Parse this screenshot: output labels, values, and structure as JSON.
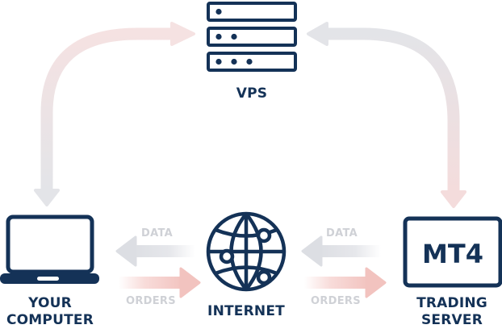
{
  "colors": {
    "navy": "#143257",
    "arrow_gray": "#dfe1e6",
    "arrow_pink": "#f4c9c6",
    "label_gray": "#cfd1d6"
  },
  "nodes": {
    "vps": {
      "label": "VPS",
      "icon": "server-rack-icon"
    },
    "computer": {
      "line1": "YOUR",
      "line2": "COMPUTER",
      "icon": "laptop-icon"
    },
    "internet": {
      "label": "INTERNET",
      "icon": "globe-icon"
    },
    "trading_server": {
      "line1": "TRADING",
      "line2": "SERVER",
      "icon": "mt4-monitor-icon",
      "screen_text": "MT4"
    }
  },
  "flows": {
    "left_data": "DATA",
    "left_orders": "ORDERS",
    "right_data": "DATA",
    "right_orders": "ORDERS"
  }
}
